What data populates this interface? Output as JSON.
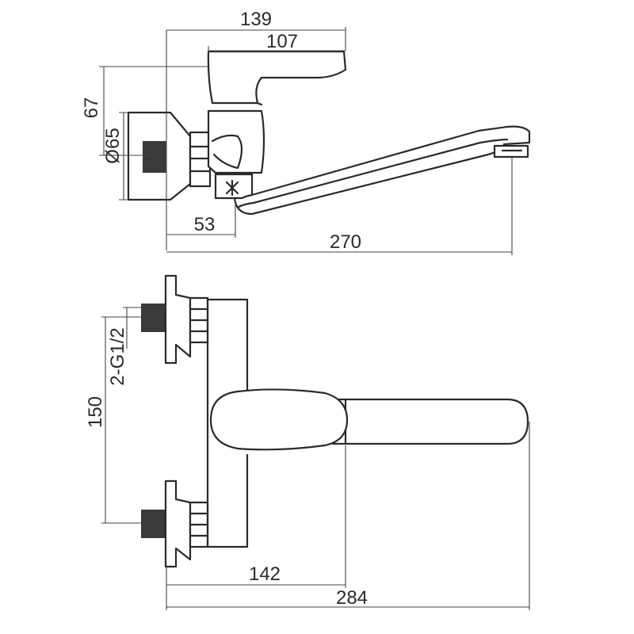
{
  "dimensions": {
    "top_overall_depth": "139",
    "handle_depth": "107",
    "handle_height": "67",
    "flange_diameter": "Ø65",
    "outlet_offset": "53",
    "spout_reach": "270",
    "inlet_spacing": "150",
    "inlet_thread": "2-G1/2",
    "handle_reach": "142",
    "overall_width": "284"
  }
}
